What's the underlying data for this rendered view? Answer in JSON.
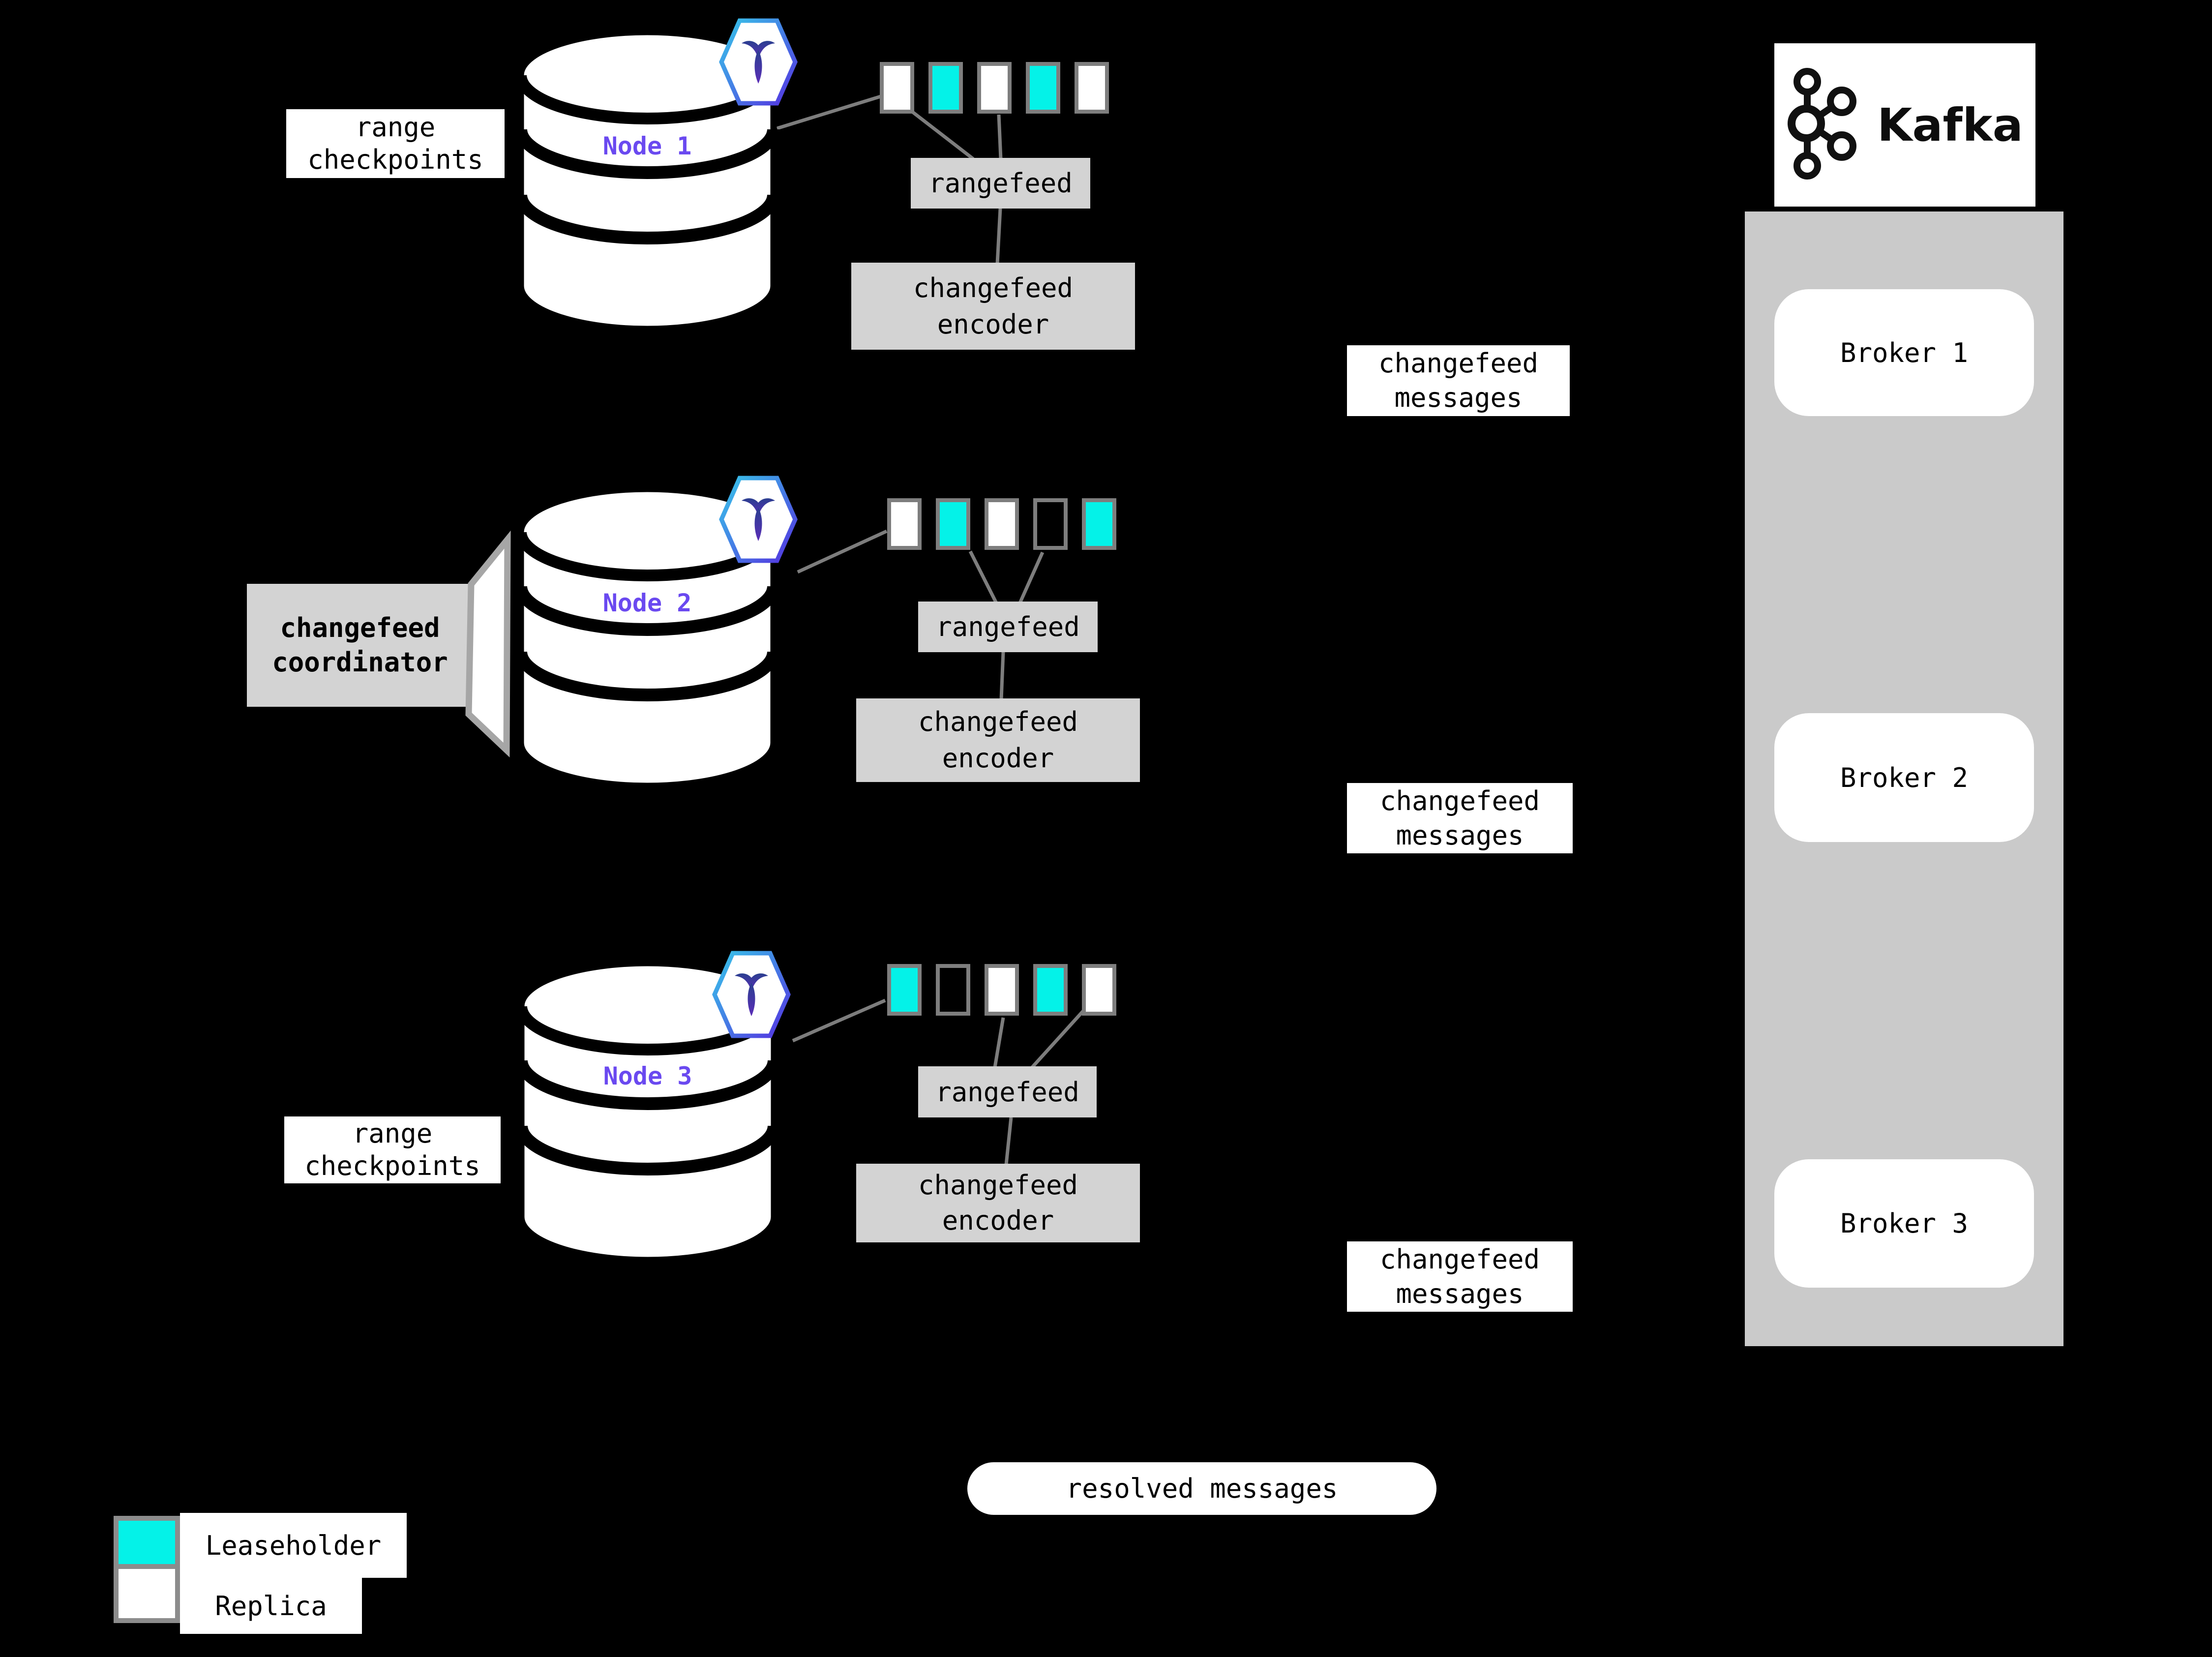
{
  "colors": {
    "background": "#000000",
    "leaseholder": "#04f2e8",
    "replica": "#ffffff",
    "range-border": "#7e7e7e",
    "box-gray": "#d3d3d3",
    "container-gray": "#cacaca",
    "node-label": "#6a49f0",
    "connector": "#7d7d7d"
  },
  "labels": {
    "range_checkpoints": {
      "line1": "range",
      "line2": "checkpoints"
    },
    "coordinator": {
      "line1": "changefeed",
      "line2": "coordinator"
    },
    "rangefeed": "rangefeed",
    "encoder": {
      "line1": "changefeed",
      "line2": "encoder"
    },
    "messages": {
      "line1": "changefeed",
      "line2": "messages"
    },
    "resolved": "resolved messages"
  },
  "nodes": [
    {
      "label": "Node 1",
      "ranges": [
        "replica",
        "leaseholder",
        "replica",
        "leaseholder",
        "replica"
      ]
    },
    {
      "label": "Node 2",
      "ranges": [
        "replica",
        "leaseholder",
        "replica",
        "none",
        "leaseholder"
      ]
    },
    {
      "label": "Node 3",
      "ranges": [
        "leaseholder",
        "none",
        "replica",
        "leaseholder",
        "replica"
      ]
    }
  ],
  "kafka": {
    "title": "Kafka",
    "brokers": [
      "Broker 1",
      "Broker 2",
      "Broker 3"
    ]
  },
  "legend": {
    "items": [
      {
        "kind": "leaseholder",
        "label": "Leaseholder"
      },
      {
        "kind": "replica",
        "label": "Replica"
      }
    ]
  }
}
